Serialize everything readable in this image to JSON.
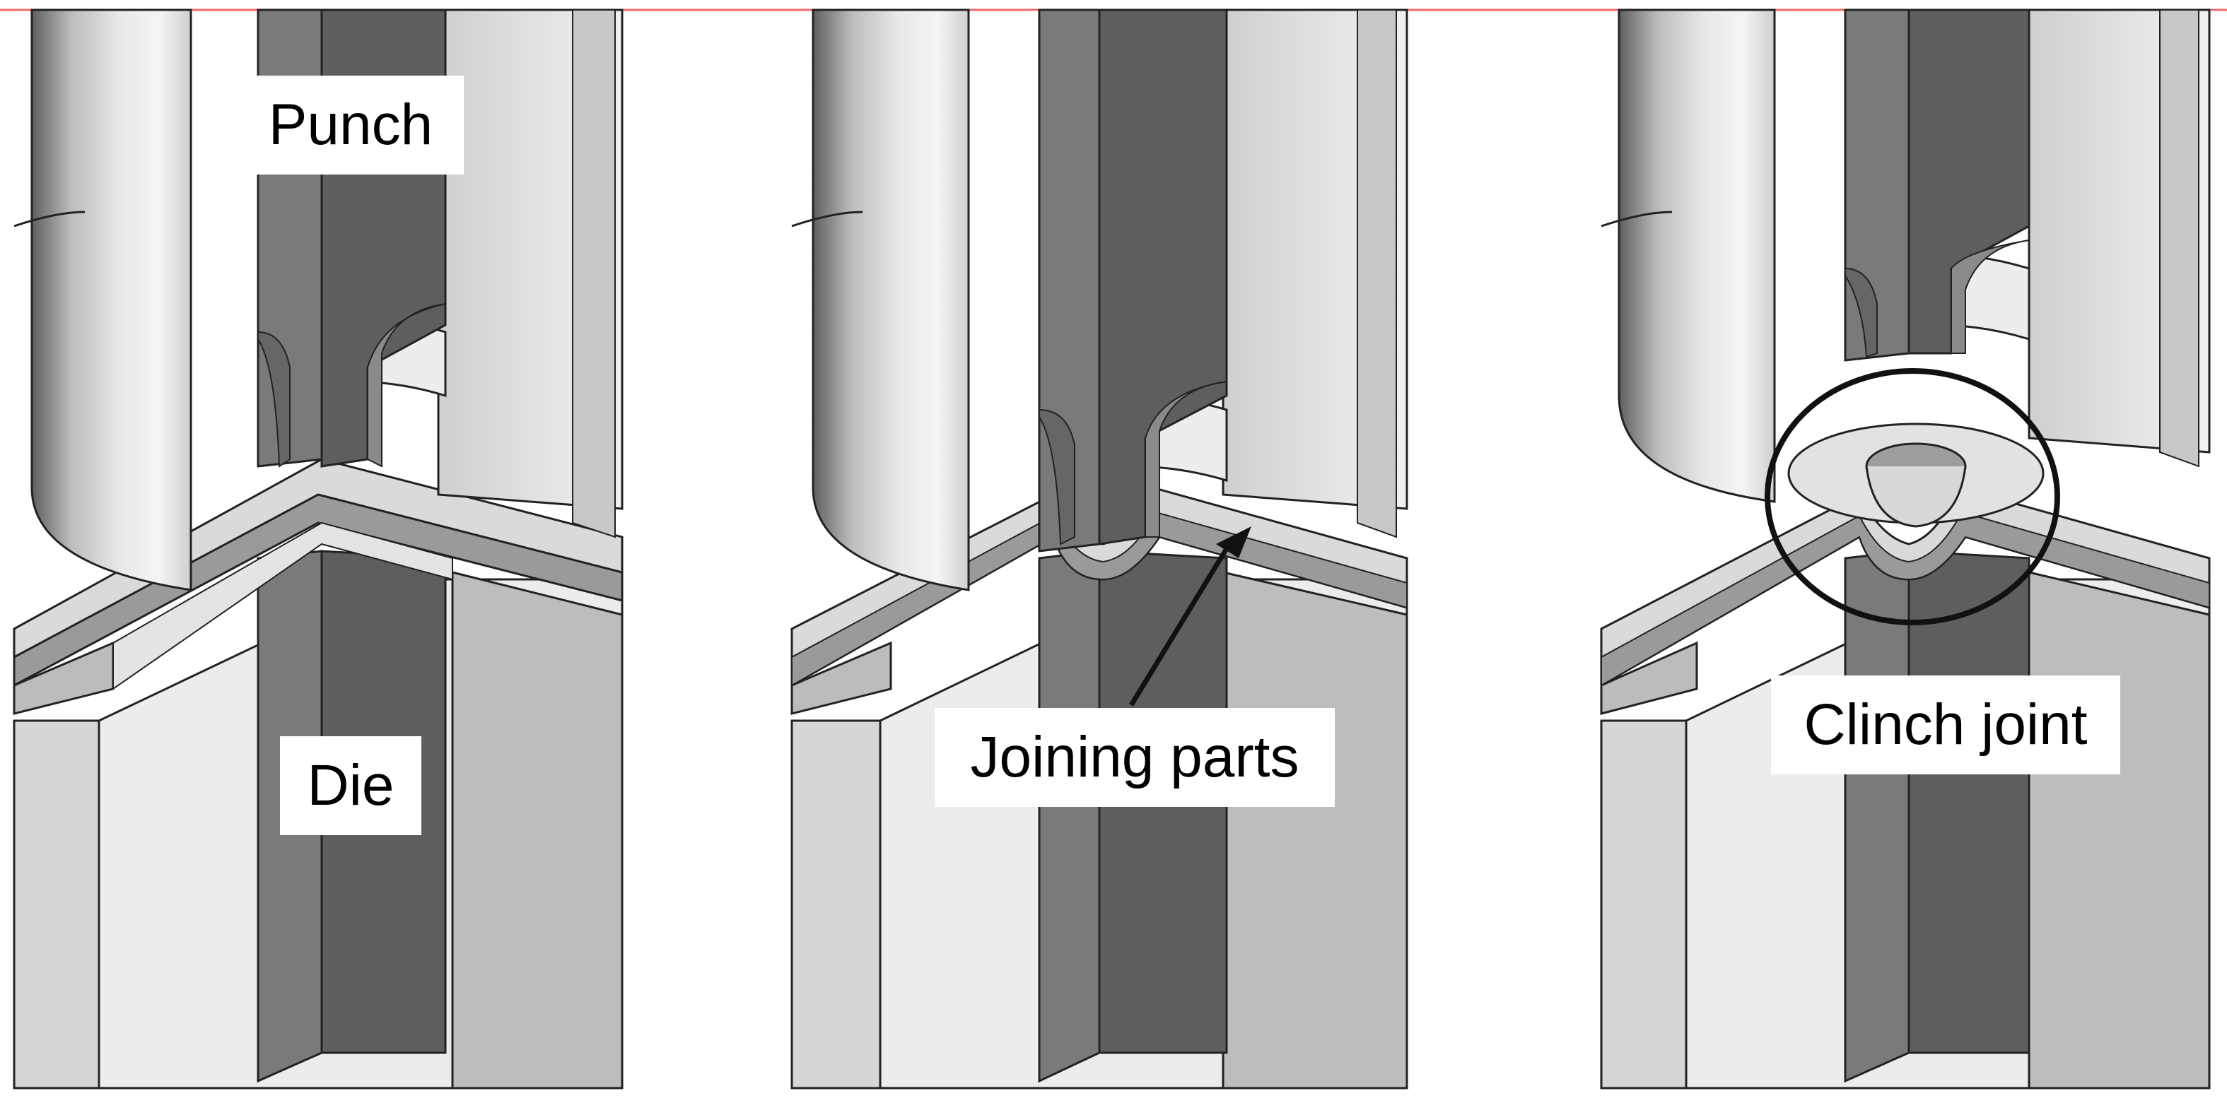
{
  "labels": {
    "punch": "Punch",
    "die": "Die",
    "joining_parts": "Joining parts",
    "clinch_joint": "Clinch joint"
  },
  "colors": {
    "background": "#ffffff",
    "frame": "#f06a6a",
    "light_gray": "#e6e6e6",
    "mid_gray": "#bdbdbd",
    "dark_gray": "#6a6a6a",
    "darker_gray": "#555555",
    "outline": "#1a1a1a"
  }
}
